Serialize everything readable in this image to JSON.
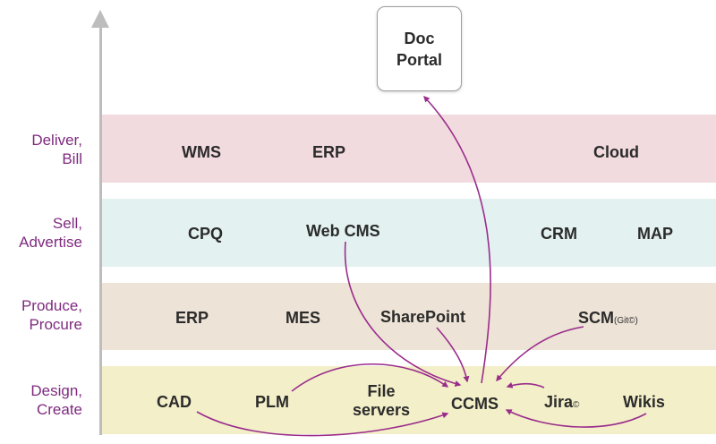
{
  "rows": [
    {
      "id": "deliver",
      "label": [
        "Deliver,",
        "Bill"
      ]
    },
    {
      "id": "sell",
      "label": [
        "Sell,",
        "Advertise"
      ]
    },
    {
      "id": "produce",
      "label": [
        "Produce,",
        "Procure"
      ]
    },
    {
      "id": "design",
      "label": [
        "Design,",
        "Create"
      ]
    }
  ],
  "systems": {
    "wms": "WMS",
    "erp_deliver": "ERP",
    "cloud": "Cloud",
    "cpq": "CPQ",
    "web_cms": "Web CMS",
    "crm": "CRM",
    "map": "MAP",
    "erp_produce": "ERP",
    "mes": "MES",
    "sharepoint": "SharePoint",
    "scm": "SCM",
    "scm_note": "(Git©)",
    "cad": "CAD",
    "plm": "PLM",
    "file_servers": [
      "File",
      "servers"
    ],
    "ccms": "CCMS",
    "jira": "Jira",
    "jira_mark": "©",
    "wikis": "Wikis"
  },
  "doc_portal": [
    "Doc",
    "Portal"
  ],
  "colors": {
    "label": "#7f2a7f",
    "arrow": "#9a2d8c",
    "axis": "#bdbdbd",
    "band_deliver": "#f2dbde",
    "band_sell": "#e3f1f0",
    "band_produce": "#ede3d6",
    "band_design": "#f3efc9"
  }
}
